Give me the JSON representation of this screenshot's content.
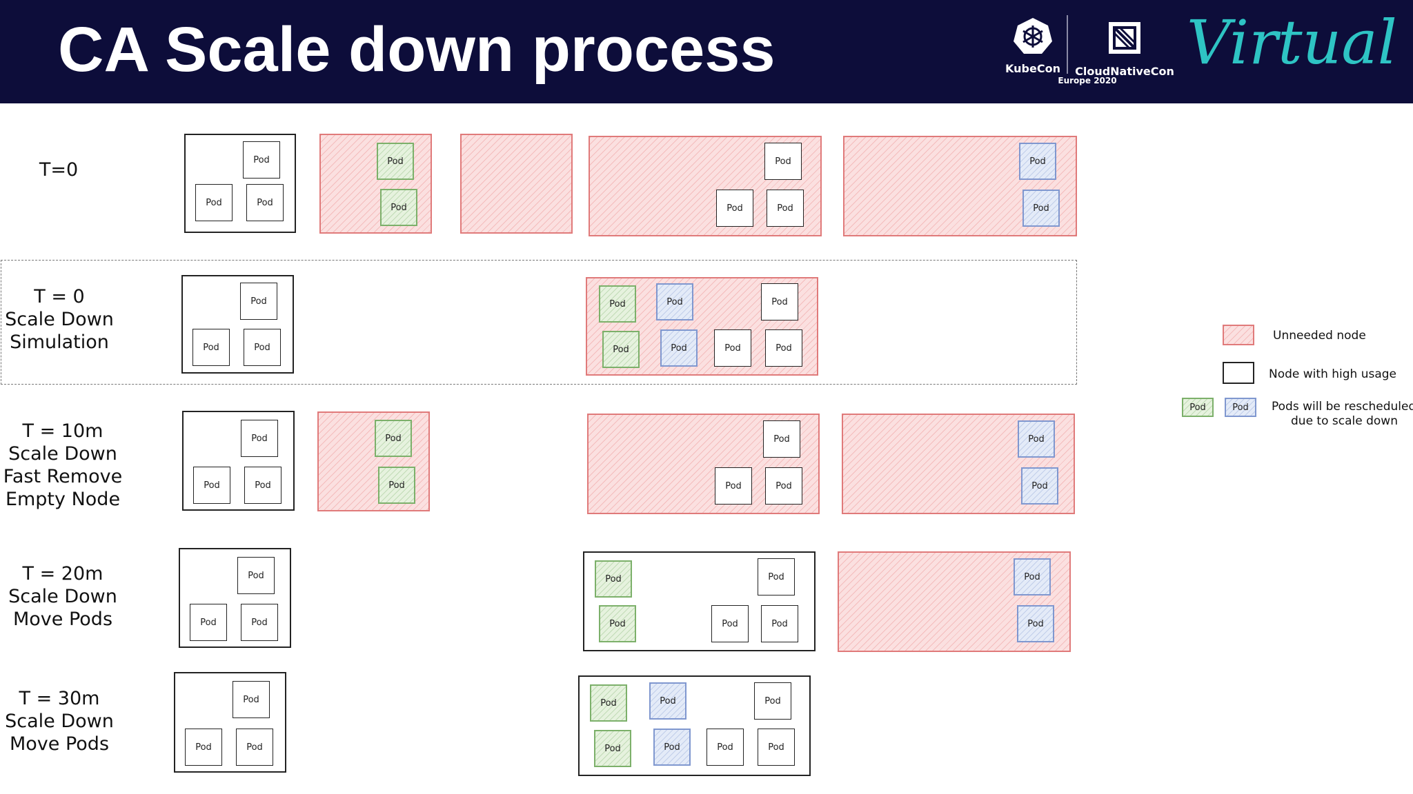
{
  "header": {
    "title": "CA Scale down process",
    "kubecon": "KubeCon",
    "cloudnativecon": "CloudNativeCon",
    "event": "Europe 2020",
    "virtual": "Virtual"
  },
  "pod_label": "Pod",
  "rows": [
    {
      "label": "T=0"
    },
    {
      "label": "T = 0\nScale Down\nSimulation"
    },
    {
      "label": "T = 10m\nScale Down\nFast Remove\nEmpty Node"
    },
    {
      "label": "T = 20m\nScale Down\nMove Pods"
    },
    {
      "label": "T = 30m\nScale Down\nMove Pods"
    }
  ],
  "legend": {
    "unneeded": "Unneeded node",
    "high_usage": "Node with high usage",
    "pod_label": "Pod",
    "rescheduled_line1": "Pods will be rescheduled",
    "rescheduled_line2": "due to scale down"
  },
  "colors": {
    "header_bg": "#0d0d3a",
    "unneeded_node": "#e07a7a",
    "green_pod": "#7cb06a",
    "blue_pod": "#7f97cf",
    "virtual_text": "#2ec4c4"
  }
}
